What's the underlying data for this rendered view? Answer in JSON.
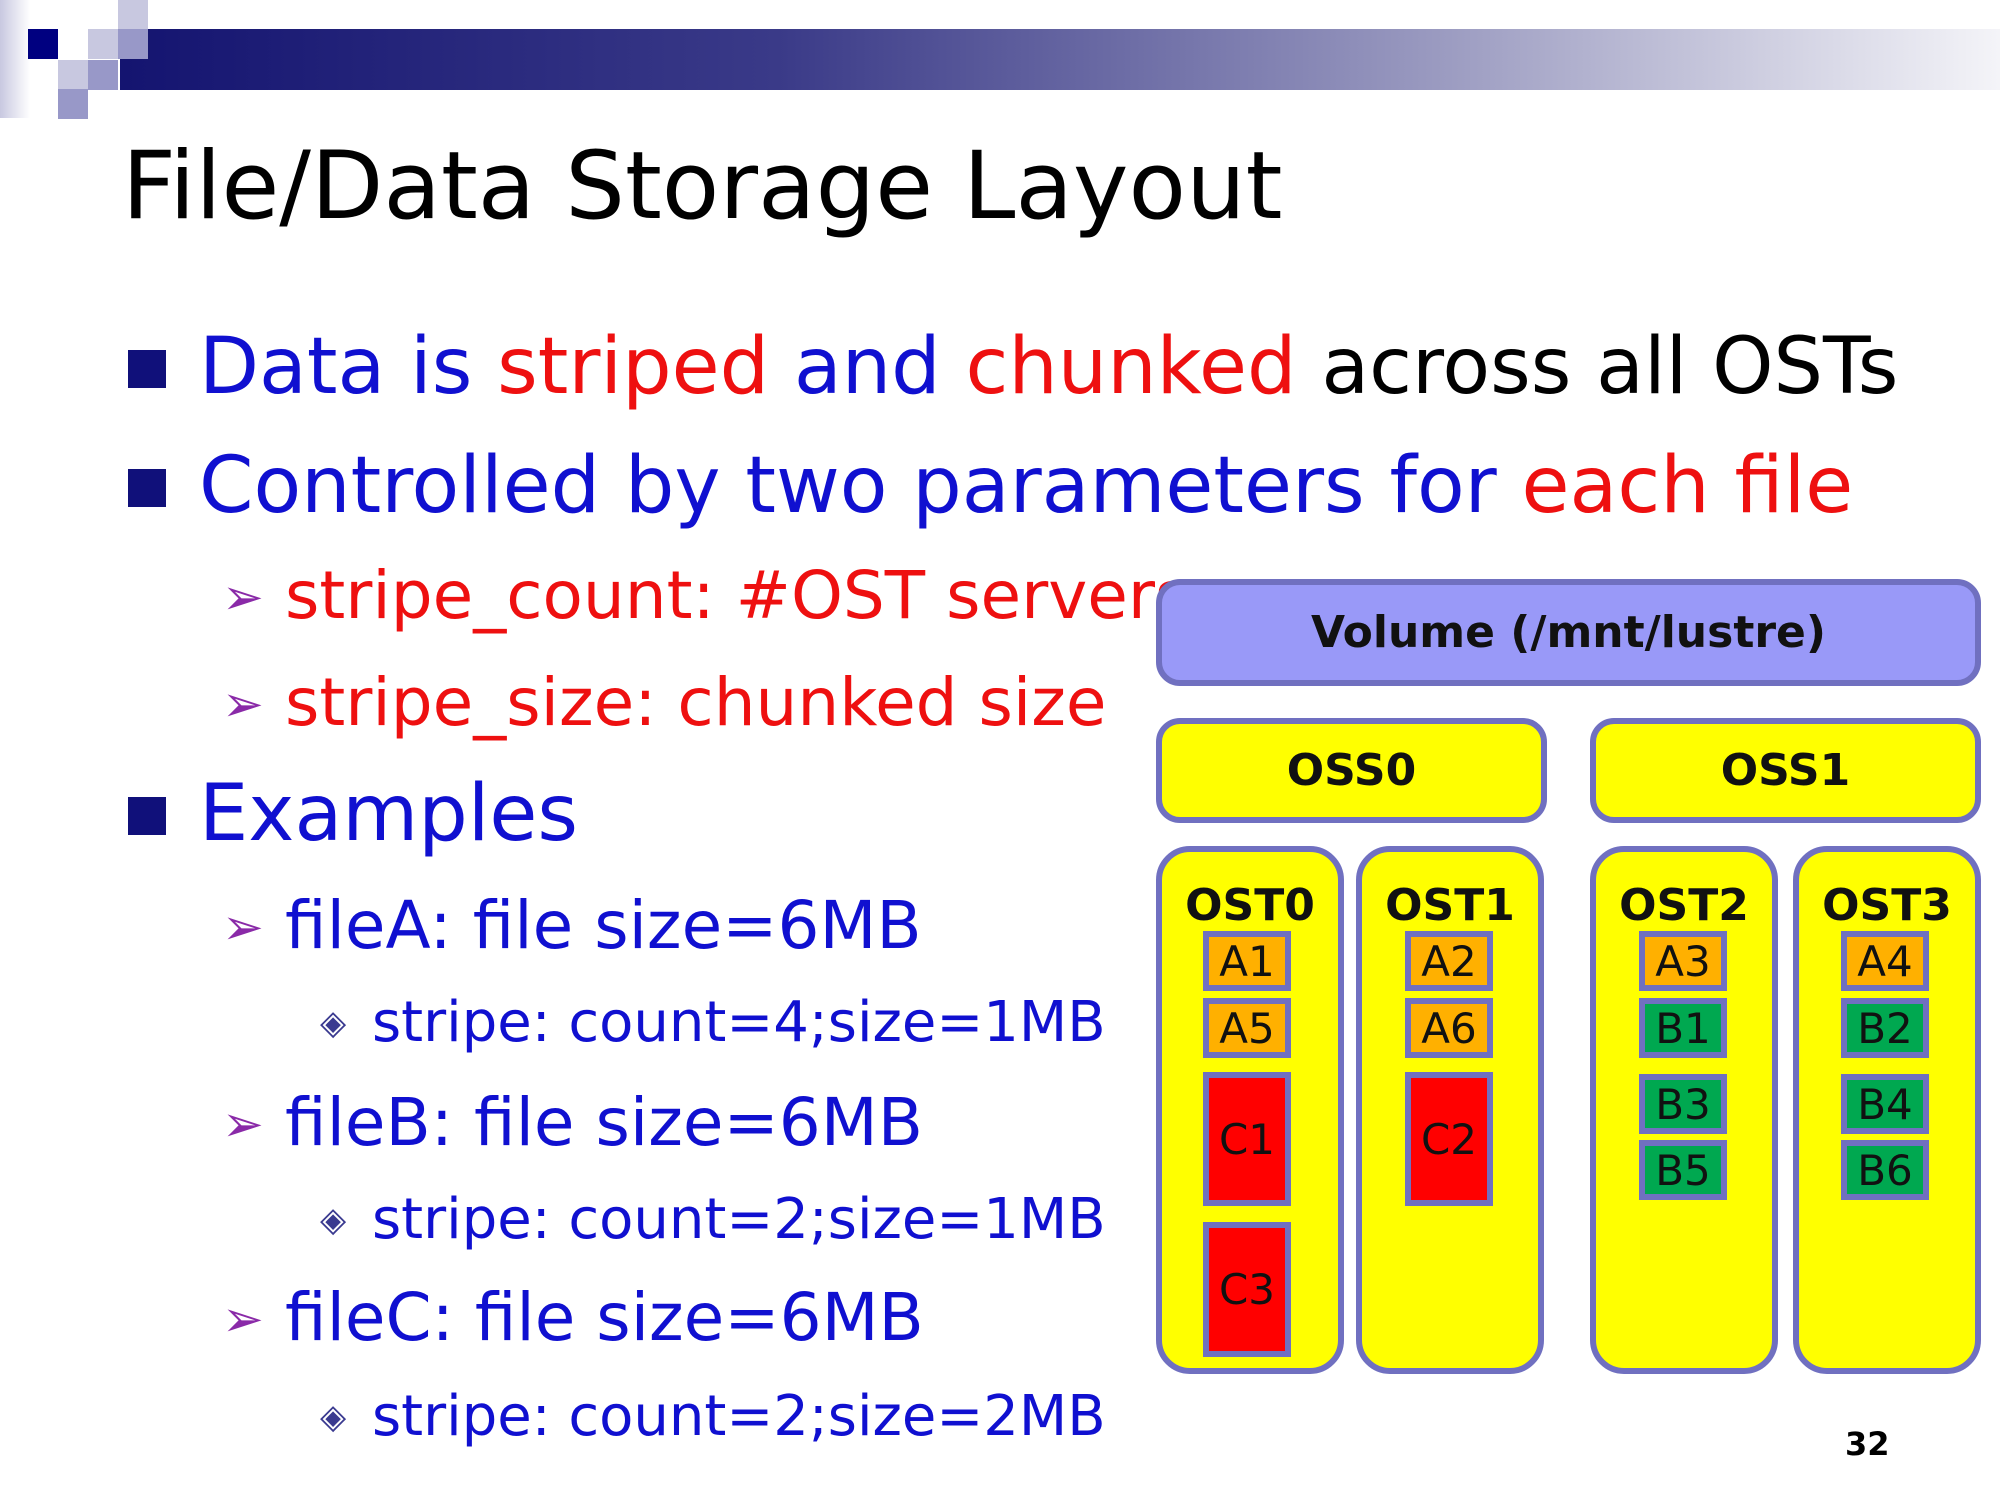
{
  "title": "File/Data Storage Layout",
  "bullets": {
    "b1": {
      "p1": "Data is ",
      "p2": "striped",
      "p3": " and ",
      "p4": "chunked",
      "p5": " across all OSTs"
    },
    "b2": {
      "p1": "Controlled by two parameters for ",
      "p2": "each file"
    },
    "s1": "stripe_count: #OST servers",
    "s2": "stripe_size: chunked size",
    "b3": "Examples",
    "fileA": "fileA: file size=6MB",
    "fileA_stripe": "stripe: count=4;size=1MB",
    "fileB": "fileB: file size=6MB",
    "fileB_stripe": "stripe: count=2;size=1MB",
    "fileC": "fileC: file size=6MB",
    "fileC_stripe": "stripe: count=2;size=2MB"
  },
  "diagram": {
    "volume": "Volume (/mnt/lustre)",
    "oss": [
      "OSS0",
      "OSS1"
    ],
    "ost": [
      "OST0",
      "OST1",
      "OST2",
      "OST3"
    ],
    "chunks": {
      "A1": "A1",
      "A2": "A2",
      "A3": "A3",
      "A4": "A4",
      "A5": "A5",
      "A6": "A6",
      "B1": "B1",
      "B2": "B2",
      "B3": "B3",
      "B4": "B4",
      "B5": "B5",
      "B6": "B6",
      "C1": "C1",
      "C2": "C2",
      "C3": "C3"
    }
  },
  "colors": {
    "fileA": "#ffb000",
    "fileB": "#00a850",
    "fileC": "#ff0000",
    "oss": "#ffff00",
    "volume": "#9999f8"
  },
  "page_number": "32"
}
